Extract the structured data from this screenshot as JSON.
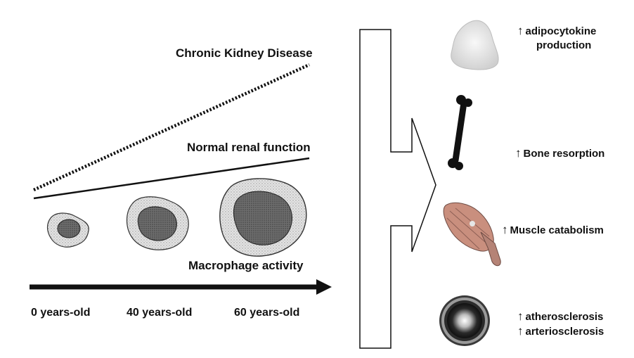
{
  "diagram": {
    "lines": {
      "ckd_label": "Chronic Kidney Disease",
      "normal_label": "Normal renal function",
      "macrophage_label": "Macrophage activity"
    },
    "ages": [
      "0 years-old",
      "40 years-old",
      "60 years-old"
    ],
    "effects": {
      "arrow_symbol": "↑",
      "adipocytokine_line1": "adipocytokine",
      "adipocytokine_line2": "production",
      "bone": "Bone resorption",
      "muscle": "Muscle catabolism",
      "vascular_line1": "atherosclerosis",
      "vascular_line2": "arteriosclerosis"
    },
    "colors": {
      "ink": "#111111",
      "cell_cytoplasm": "#d9d9d9",
      "cell_nucleus": "#7a7a7a",
      "muscle": "#c98f7e"
    },
    "icons": [
      "macrophage-cell-icon",
      "adipose-tissue-icon",
      "bone-icon",
      "muscle-icon",
      "artery-icon"
    ]
  }
}
